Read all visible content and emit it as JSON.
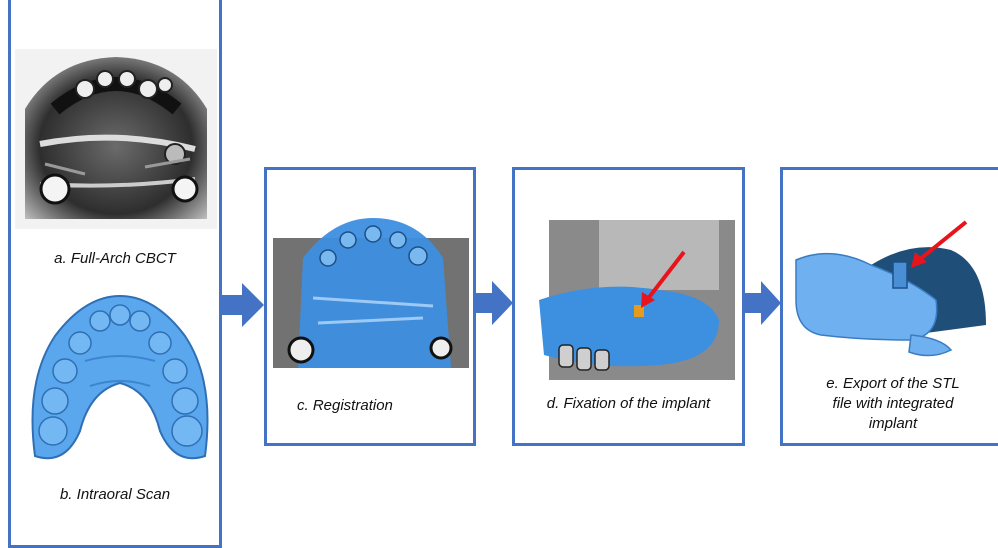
{
  "steps": {
    "a": {
      "caption": "a. Full-Arch CBCT"
    },
    "b": {
      "caption": "b. Intraoral Scan"
    },
    "c": {
      "caption": "c. Registration"
    },
    "d": {
      "caption": "d. Fixation of the implant"
    },
    "e": {
      "caption_line1": "e. Export of the STL",
      "caption_line2": "file with integrated",
      "caption_line3": "implant"
    }
  },
  "colors": {
    "frame": "#4472C4",
    "arrow": "#4472C4",
    "highlight_arrow": "#E8141B",
    "scan_blue": "#4A9BE8",
    "dark_blue": "#1F4E79"
  }
}
